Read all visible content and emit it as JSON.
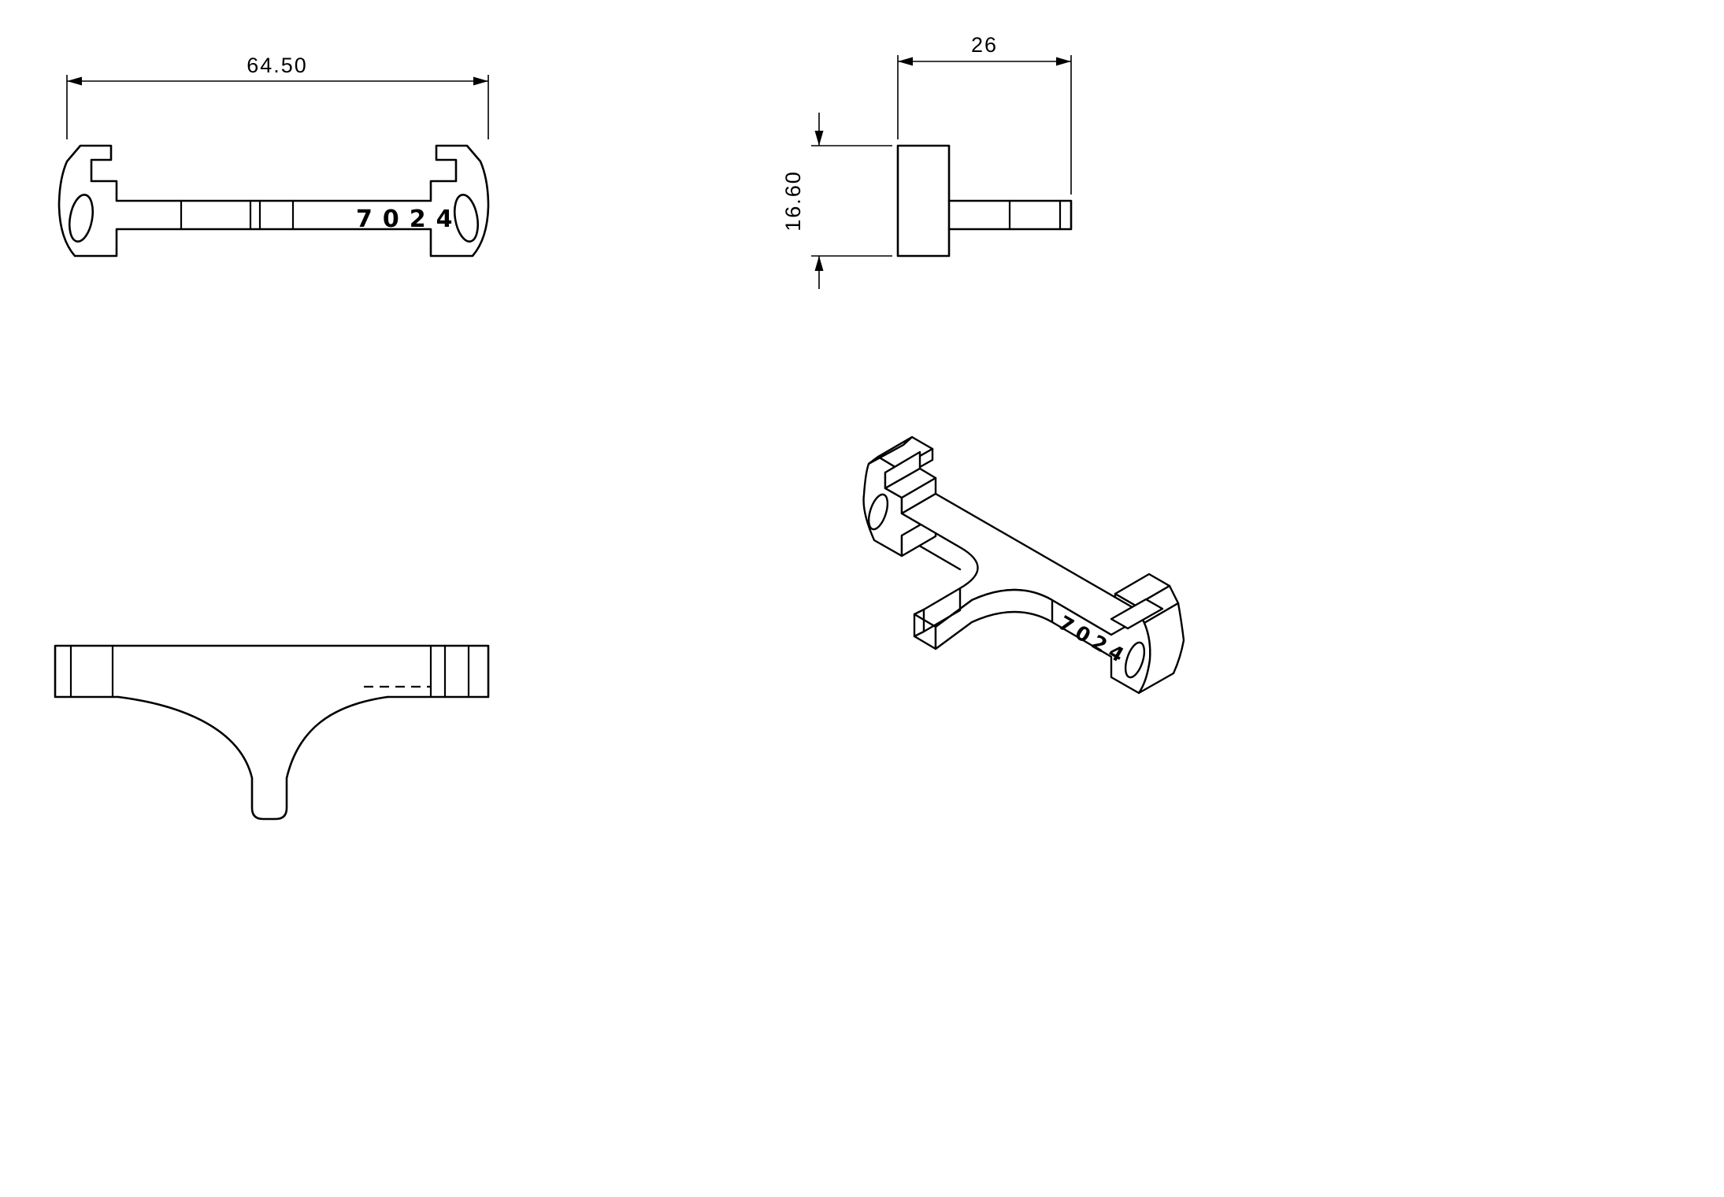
{
  "part": {
    "number": "7024"
  },
  "dimensions": {
    "overall_width": "64.50",
    "depth": "26",
    "height": "16.60"
  },
  "style": {
    "background": "#ffffff",
    "line_color": "#000000"
  }
}
